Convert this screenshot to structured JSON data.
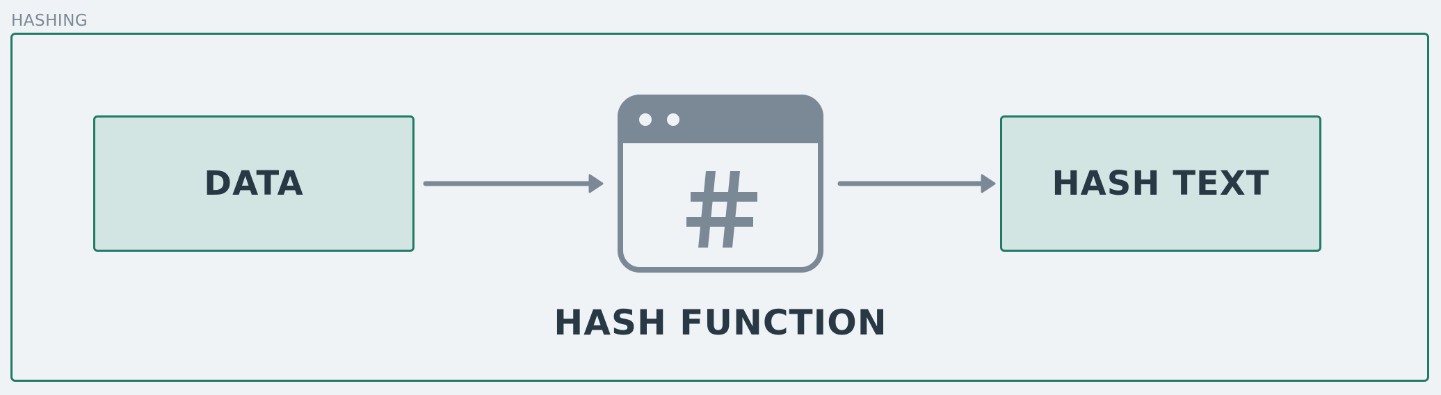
{
  "group": {
    "label": "HASHING"
  },
  "nodes": {
    "data": {
      "label": "DATA"
    },
    "hash_function": {
      "label": "HASH FUNCTION",
      "icon": "hash-window-icon"
    },
    "hash_text": {
      "label": "HASH TEXT"
    }
  },
  "edges": [
    {
      "from": "DATA",
      "to": "HASH FUNCTION"
    },
    {
      "from": "HASH FUNCTION",
      "to": "HASH TEXT"
    }
  ],
  "colors": {
    "group_border": "#1f7a66",
    "node_fill": "#d3e5e3",
    "node_border": "#1f7a66",
    "text": "#283945",
    "icon": "#7b8996",
    "arrow": "#7b8996",
    "background": "#eff3f6"
  }
}
